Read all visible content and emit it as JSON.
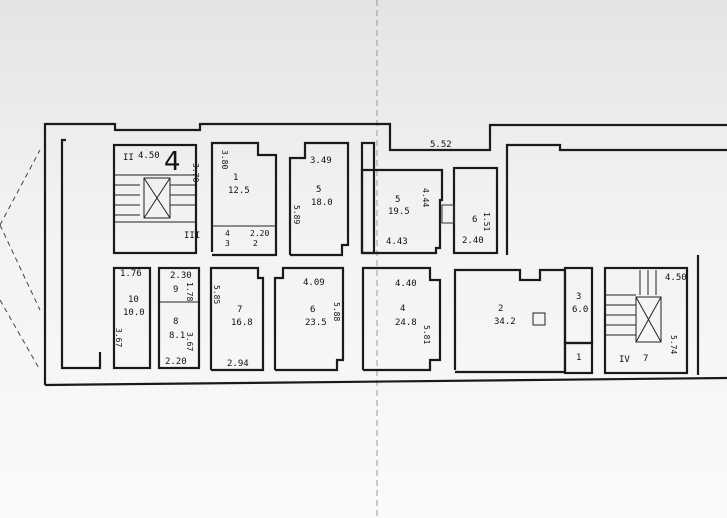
{
  "plan": {
    "outer_dimension": "5.52",
    "stair_left": {
      "marker_a": "II",
      "width": "4.50",
      "letter": "4",
      "depth": "3.70",
      "marker_b": "III"
    },
    "stair_right": {
      "marker": "IV",
      "number": "7",
      "width": "4.50",
      "depth": "5.74"
    },
    "rooms": [
      {
        "id": "1",
        "area": "12.5",
        "dims": [
          "3.80"
        ]
      },
      {
        "id": "5",
        "area": "18.0",
        "dims": [
          "3.49",
          "5.89"
        ]
      },
      {
        "id": "5",
        "area": "19.5",
        "dims": [
          "4.44",
          "4.43"
        ]
      },
      {
        "id": "6",
        "area": "",
        "dims": [
          "1.51",
          "2.40"
        ]
      },
      {
        "id": "10",
        "area": "10.0",
        "dims": [
          "1.76",
          "3.67"
        ]
      },
      {
        "id": "9",
        "area": "",
        "dims": [
          "2.30",
          "1.78"
        ]
      },
      {
        "id": "8",
        "area": "8.1",
        "dims": [
          "3.67",
          "2.20"
        ]
      },
      {
        "id": "7",
        "area": "16.8",
        "dims": [
          "5.85",
          "2.94"
        ]
      },
      {
        "id": "6",
        "area": "23.5",
        "dims": [
          "4.09",
          "5.88"
        ]
      },
      {
        "id": "4",
        "area": "24.8",
        "dims": [
          "4.40",
          "5.81"
        ]
      },
      {
        "id": "2",
        "area": "34.2",
        "dims": []
      },
      {
        "id": "3",
        "area": "6.0",
        "dims": []
      },
      {
        "id": "1",
        "area": "",
        "dims": []
      }
    ],
    "wc": {
      "a": "4",
      "b": "3",
      "width": "2.20",
      "room": "2"
    }
  }
}
